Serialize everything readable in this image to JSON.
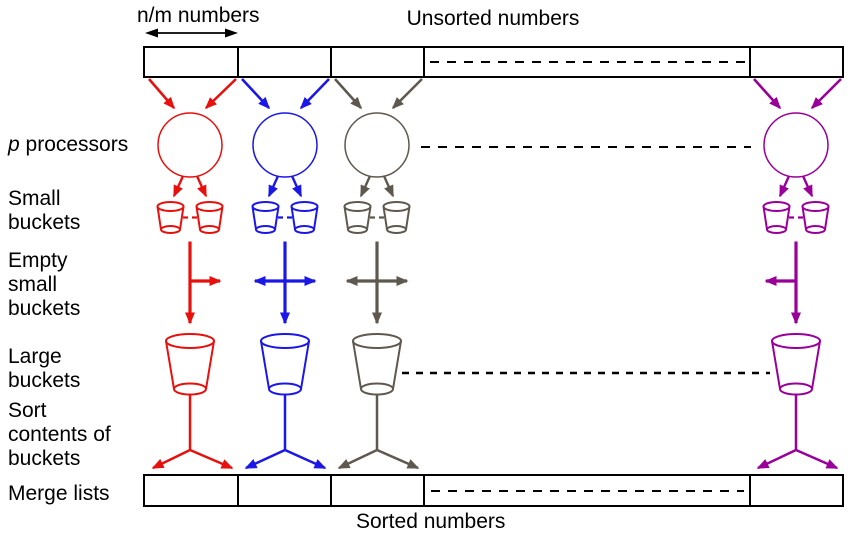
{
  "labels": {
    "nm_numbers": "n/m numbers",
    "unsorted_numbers": "Unsorted numbers",
    "p_italic": "p",
    "processors_rest": " processors",
    "small_buckets": "Small buckets",
    "empty_small_buckets": "Empty small buckets",
    "large_buckets": "Large buckets",
    "sort_contents_of_buckets": "Sort contents of buckets",
    "merge_lists": "Merge lists",
    "sorted_numbers": "Sorted numbers"
  },
  "colors": {
    "outline": "#000000",
    "text": "#000000",
    "background": "#ffffff",
    "columns": [
      {
        "name": "processor-1",
        "hex": "#e8100c"
      },
      {
        "name": "processor-2",
        "hex": "#1a17e8"
      },
      {
        "name": "processor-3",
        "hex": "#5e584e"
      },
      {
        "name": "processor-p",
        "hex": "#990099"
      }
    ]
  },
  "structure": {
    "columns_shown": 4,
    "top_array_cells_visible": 5,
    "bottom_array_cells_visible": 5,
    "small_buckets_per_processor": 2,
    "empty_arrow_directions": [
      [
        "down",
        "right"
      ],
      [
        "left",
        "down",
        "right"
      ],
      [
        "left",
        "down",
        "right"
      ],
      [
        "left",
        "down"
      ]
    ],
    "continuation_dashed_rows": [
      "unsorted-array",
      "processors",
      "large-buckets",
      "sorted-array"
    ]
  }
}
